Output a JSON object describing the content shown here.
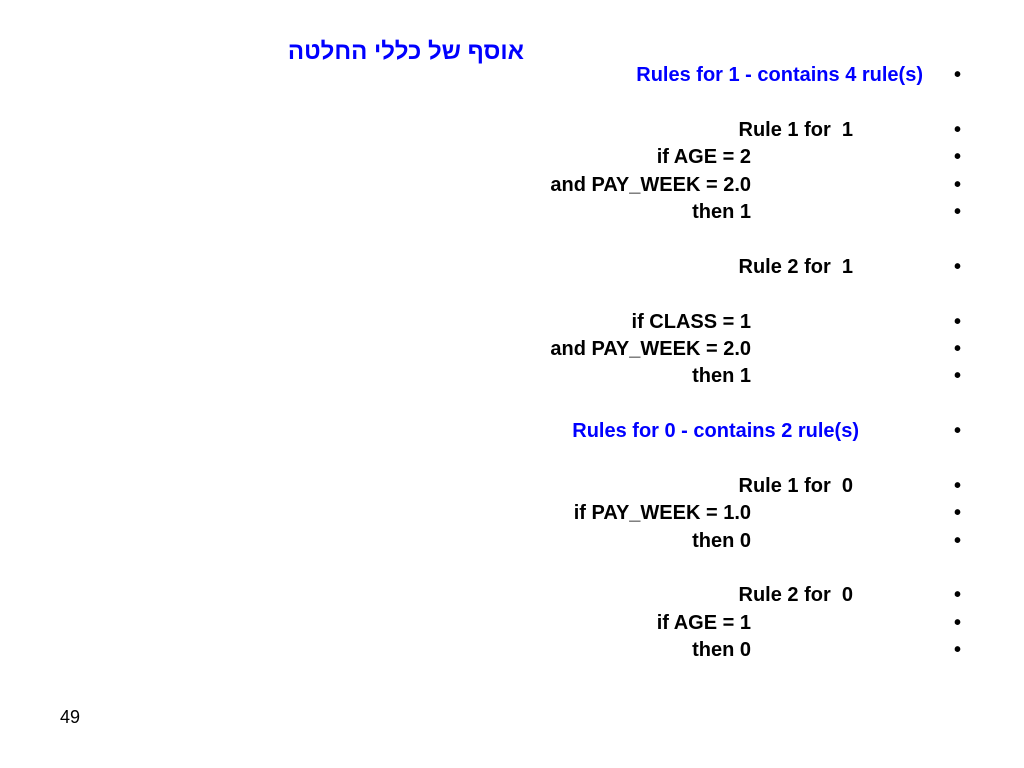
{
  "slide": {
    "title": "אוסף של כללי החלטה",
    "page_number": "49",
    "bullet_glyph": "•",
    "lines": [
      {
        "text": "Rules for 1 - contains 4 rule(s)",
        "kind": "header1",
        "color": "#0000ff"
      },
      {
        "text": "",
        "kind": "empty"
      },
      {
        "text": "Rule 1 for  1",
        "kind": "rule"
      },
      {
        "text": "if AGE = 2",
        "kind": "body"
      },
      {
        "text": "and PAY_WEEK = 2.0",
        "kind": "body"
      },
      {
        "text": "then 1",
        "kind": "body"
      },
      {
        "text": "",
        "kind": "empty"
      },
      {
        "text": "Rule 2 for  1",
        "kind": "rule"
      },
      {
        "text": "",
        "kind": "empty"
      },
      {
        "text": "if CLASS = 1",
        "kind": "body"
      },
      {
        "text": "and PAY_WEEK = 2.0",
        "kind": "body"
      },
      {
        "text": "then 1",
        "kind": "body"
      },
      {
        "text": "",
        "kind": "empty"
      },
      {
        "text": "Rules for 0 - contains 2 rule(s)",
        "kind": "header2",
        "color": "#0000ff"
      },
      {
        "text": "",
        "kind": "empty"
      },
      {
        "text": "Rule 1 for  0",
        "kind": "rule"
      },
      {
        "text": "if PAY_WEEK = 1.0",
        "kind": "body"
      },
      {
        "text": "then 0",
        "kind": "body"
      },
      {
        "text": "",
        "kind": "empty"
      },
      {
        "text": "Rule 2 for  0",
        "kind": "rule"
      },
      {
        "text": "if AGE = 1",
        "kind": "body"
      },
      {
        "text": "then 0",
        "kind": "body"
      }
    ]
  }
}
